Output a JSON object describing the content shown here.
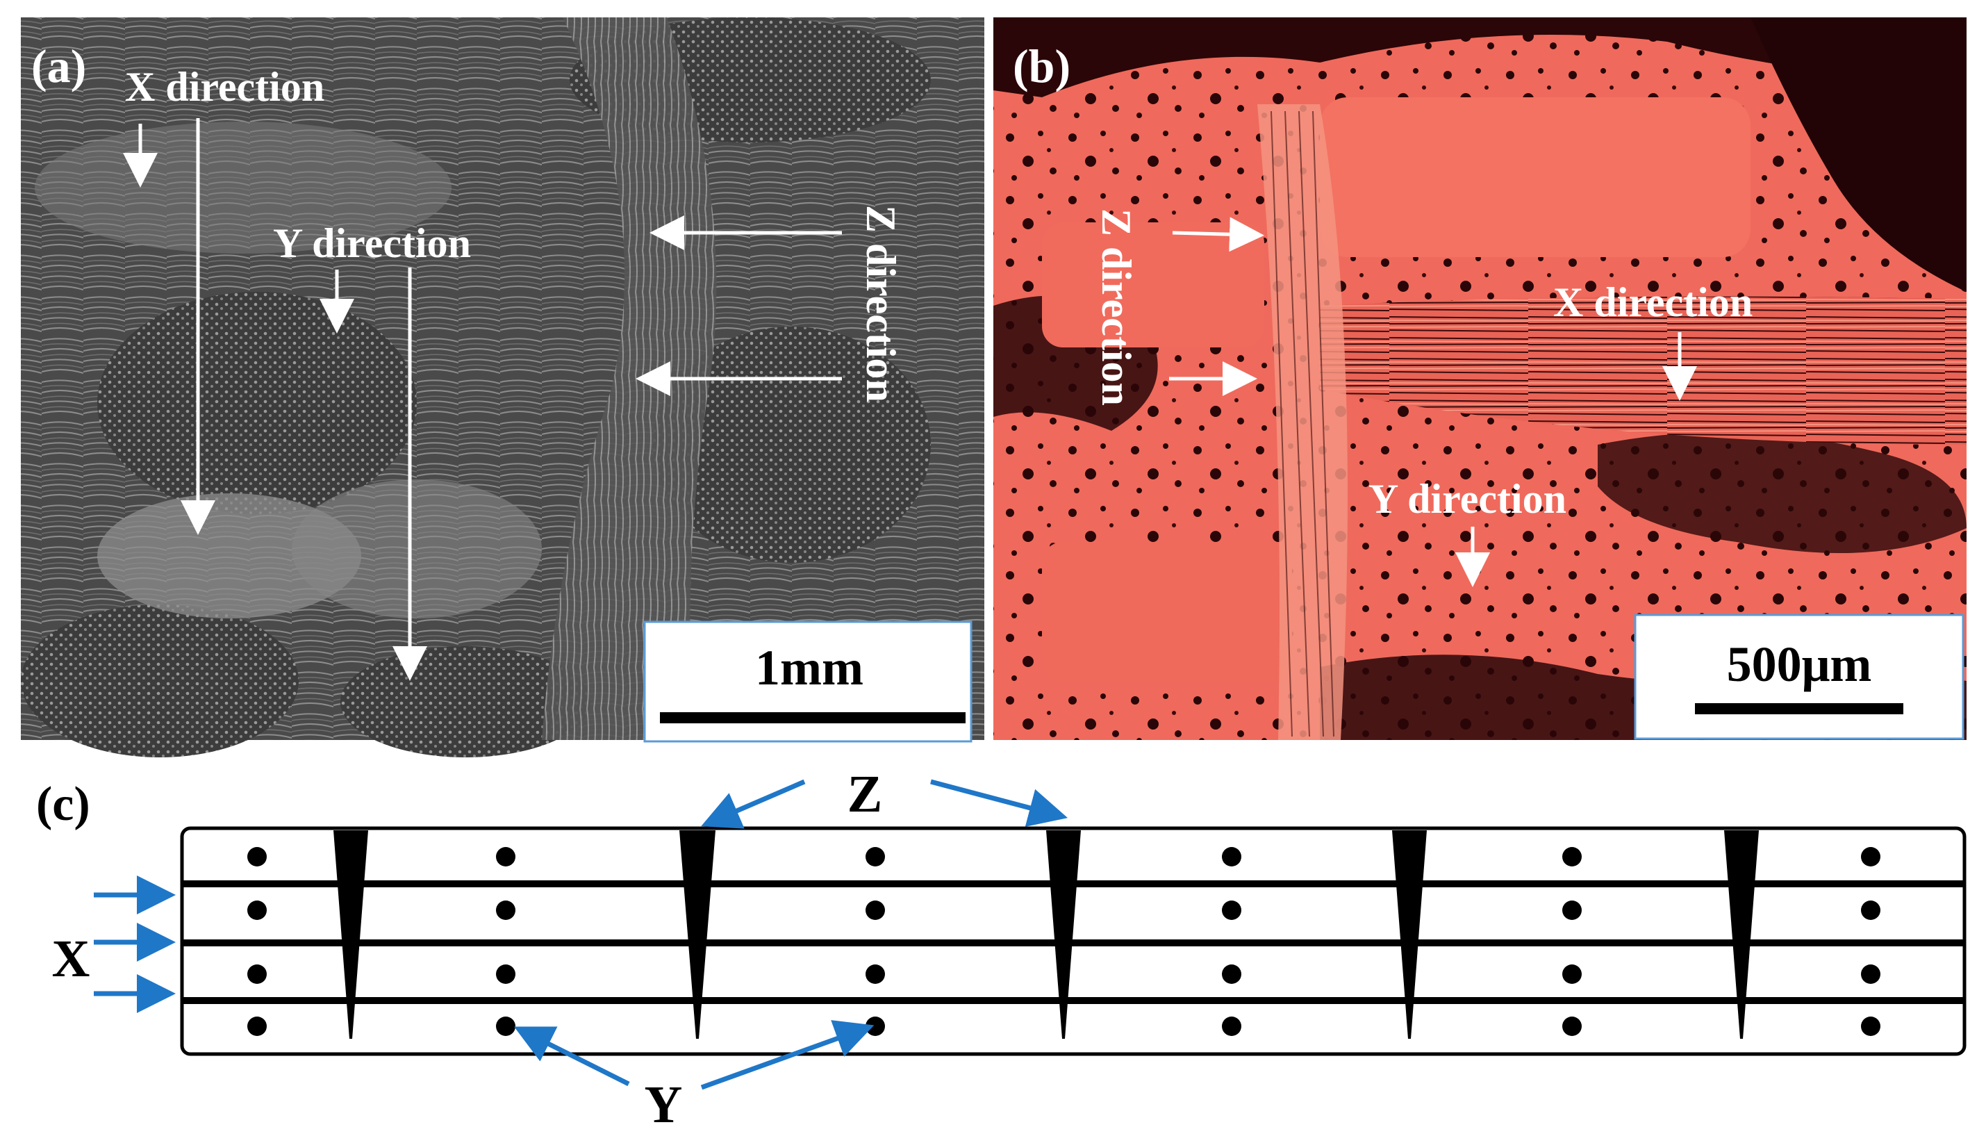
{
  "panel_a": {
    "label": "(a)",
    "x_label": "X direction",
    "y_label": "Y direction",
    "z_label": "Z direction",
    "scale_label": "1mm",
    "image_description_colors": {
      "background": "#3a3a3a",
      "fiber": "#9a9a9a"
    }
  },
  "panel_b": {
    "label": "(b)",
    "z_label": "Z direction",
    "x_label": "X direction",
    "y_label": "Y direction",
    "scale_label": "500μm",
    "colors": {
      "matrix": "#f0685a",
      "pore": "#2a0608"
    }
  },
  "panel_c": {
    "label": "(c)",
    "z_label": "Z",
    "x_label": "X",
    "y_label": "Y",
    "arrow_color": "#1f77c8"
  }
}
